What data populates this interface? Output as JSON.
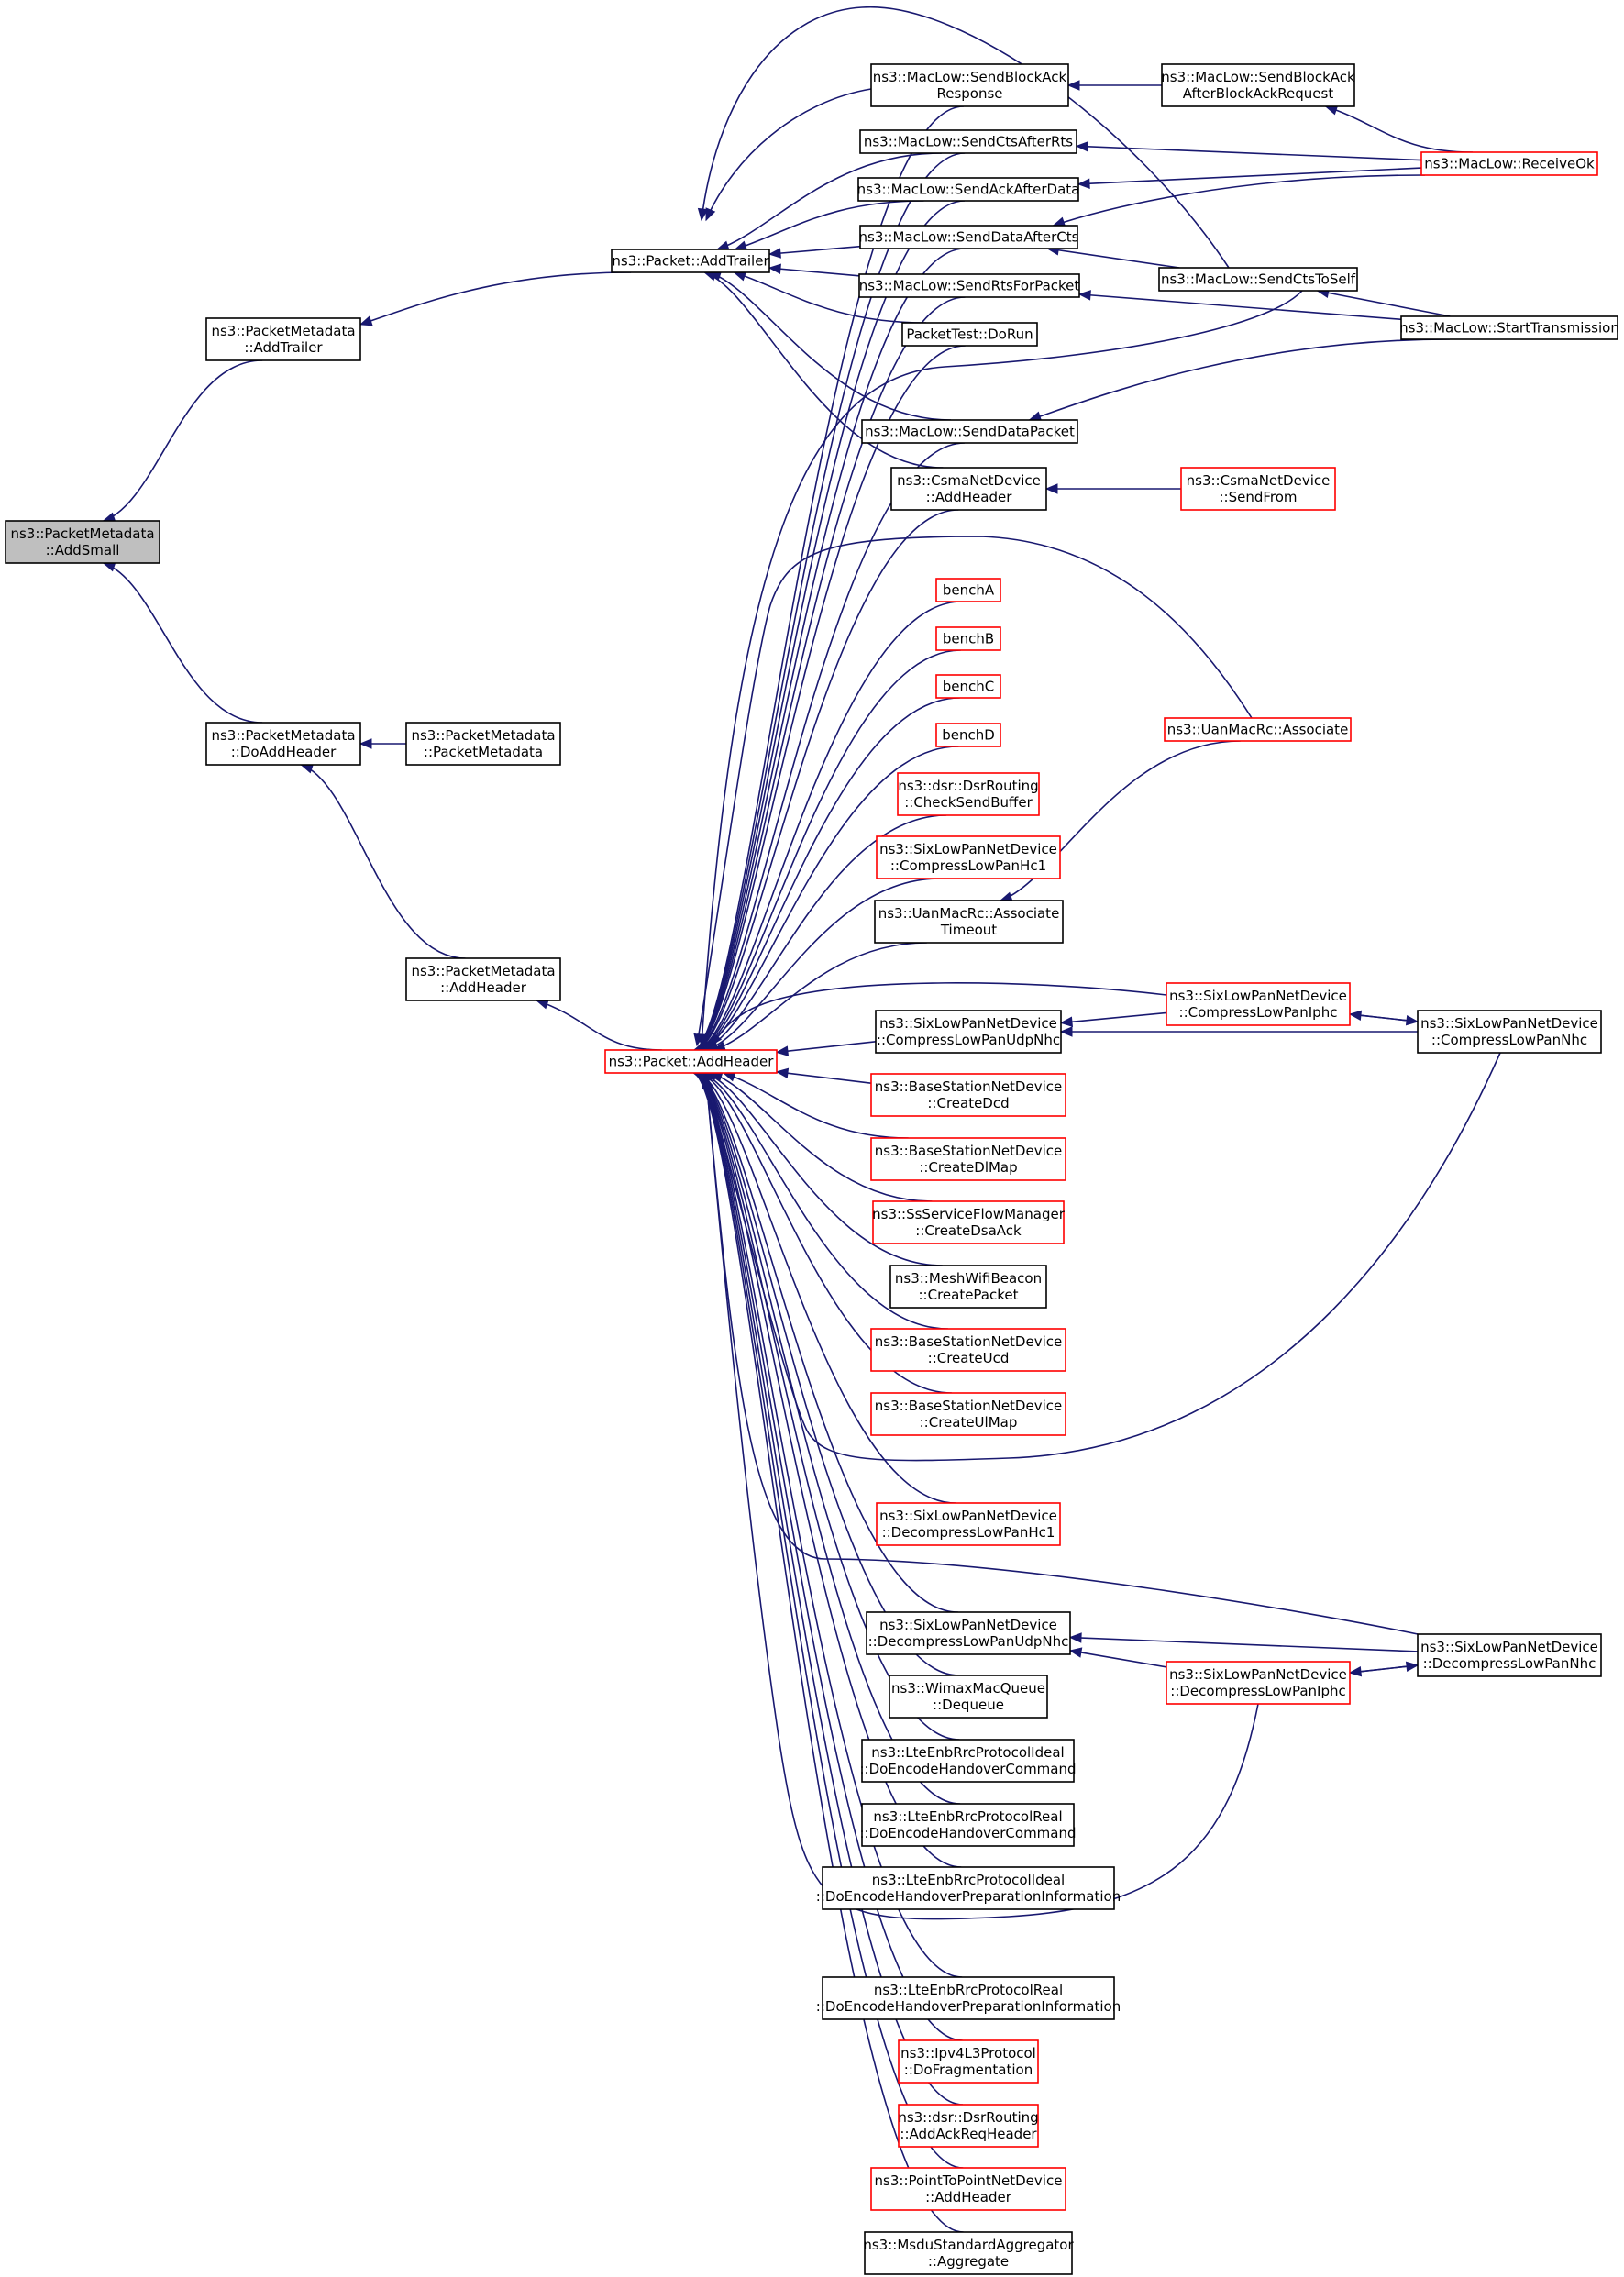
{
  "nodes": {
    "addsmall": [
      "ns3::PacketMetadata",
      "::AddSmall"
    ],
    "pm_addtrailer": [
      "ns3::PacketMetadata",
      "::AddTrailer"
    ],
    "pm_doaddheader": [
      "ns3::PacketMetadata",
      "::DoAddHeader"
    ],
    "pm_packetmetadata": [
      "ns3::PacketMetadata",
      "::PacketMetadata"
    ],
    "pm_addheader": [
      "ns3::PacketMetadata",
      "::AddHeader"
    ],
    "packet_addtrailer": [
      "ns3::Packet::AddTrailer"
    ],
    "packet_addheader": [
      "ns3::Packet::AddHeader"
    ],
    "sendblockack": [
      "ns3::MacLow::SendBlockAck",
      "Response"
    ],
    "sendctsafterrts": [
      "ns3::MacLow::SendCtsAfterRts"
    ],
    "sendackafterdata": [
      "ns3::MacLow::SendAckAfterData"
    ],
    "senddataaftercts": [
      "ns3::MacLow::SendDataAfterCts"
    ],
    "sendrtsforpacket": [
      "ns3::MacLow::SendRtsForPacket"
    ],
    "packettest_dorun": [
      "PacketTest::DoRun"
    ],
    "senddatapacket": [
      "ns3::MacLow::SendDataPacket"
    ],
    "csma_addheader": [
      "ns3::CsmaNetDevice",
      "::AddHeader"
    ],
    "benchA": [
      "benchA"
    ],
    "benchB": [
      "benchB"
    ],
    "benchC": [
      "benchC"
    ],
    "benchD": [
      "benchD"
    ],
    "dsr_checksend": [
      "ns3::dsr::DsrRouting",
      "::CheckSendBuffer"
    ],
    "compresslowpanhc1": [
      "ns3::SixLowPanNetDevice",
      "::CompressLowPanHc1"
    ],
    "uan_assoc_timeout": [
      "ns3::UanMacRc::Associate",
      "Timeout"
    ],
    "compressudpnhc": [
      "ns3::SixLowPanNetDevice",
      "::CompressLowPanUdpNhc"
    ],
    "createdcd": [
      "ns3::BaseStationNetDevice",
      "::CreateDcd"
    ],
    "createdlmap": [
      "ns3::BaseStationNetDevice",
      "::CreateDlMap"
    ],
    "createdsaack": [
      "ns3::SsServiceFlowManager",
      "::CreateDsaAck"
    ],
    "meshwifibeacon": [
      "ns3::MeshWifiBeacon",
      "::CreatePacket"
    ],
    "createucd": [
      "ns3::BaseStationNetDevice",
      "::CreateUcd"
    ],
    "createulmap": [
      "ns3::BaseStationNetDevice",
      "::CreateUlMap"
    ],
    "decompresshc1": [
      "ns3::SixLowPanNetDevice",
      "::DecompressLowPanHc1"
    ],
    "decompressudpnhc": [
      "ns3::SixLowPanNetDevice",
      "::DecompressLowPanUdpNhc"
    ],
    "wimaxdequeue": [
      "ns3::WimaxMacQueue",
      "::Dequeue"
    ],
    "lteideal_cmd": [
      "ns3::LteEnbRrcProtocolIdeal",
      "::DoEncodeHandoverCommand"
    ],
    "ltereal_cmd": [
      "ns3::LteEnbRrcProtocolReal",
      "::DoEncodeHandoverCommand"
    ],
    "lteideal_prep": [
      "ns3::LteEnbRrcProtocolIdeal",
      "::DoEncodeHandoverPreparationInformation"
    ],
    "ltereal_prep": [
      "ns3::LteEnbRrcProtocolReal",
      "::DoEncodeHandoverPreparationInformation"
    ],
    "ipv4l3_frag": [
      "ns3::Ipv4L3Protocol",
      "::DoFragmentation"
    ],
    "dsr_ackreq": [
      "ns3::dsr::DsrRouting",
      "::AddAckReqHeader"
    ],
    "p2p_addheader": [
      "ns3::PointToPointNetDevice",
      "::AddHeader"
    ],
    "msdu_aggregate": [
      "ns3::MsduStandardAggregator",
      "::Aggregate"
    ],
    "sendblockack_after": [
      "ns3::MacLow::SendBlockAck",
      "AfterBlockAckRequest"
    ],
    "sendctstoself": [
      "ns3::MacLow::SendCtsToSelf"
    ],
    "csma_sendfrom": [
      "ns3::CsmaNetDevice",
      "::SendFrom"
    ],
    "uan_associate": [
      "ns3::UanMacRc::Associate"
    ],
    "compressiphc": [
      "ns3::SixLowPanNetDevice",
      "::CompressLowPanIphc"
    ],
    "decompressiphc": [
      "ns3::SixLowPanNetDevice",
      "::DecompressLowPanIphc"
    ],
    "receiveok": [
      "ns3::MacLow::ReceiveOk"
    ],
    "starttransmission": [
      "ns3::MacLow::StartTransmission"
    ],
    "compressnhc": [
      "ns3::SixLowPanNetDevice",
      "::CompressLowPanNhc"
    ],
    "decompressnhc": [
      "ns3::SixLowPanNetDevice",
      "::DecompressLowPanNhc"
    ]
  },
  "node_styles": {
    "root": [
      "addsmall"
    ],
    "red_border": [
      "packet_addheader",
      "csma_sendfrom",
      "benchA",
      "benchB",
      "benchC",
      "benchD",
      "dsr_checksend",
      "compresslowpanhc1",
      "createdcd",
      "createdlmap",
      "createdsaack",
      "createucd",
      "createulmap",
      "decompresshc1",
      "ipv4l3_frag",
      "dsr_ackreq",
      "p2p_addheader",
      "uan_associate",
      "compressiphc",
      "decompressiphc",
      "receiveok"
    ]
  },
  "edges": [
    [
      "pm_addtrailer",
      "addsmall"
    ],
    [
      "pm_doaddheader",
      "addsmall"
    ],
    [
      "packet_addtrailer",
      "pm_addtrailer"
    ],
    [
      "pm_packetmetadata",
      "pm_doaddheader"
    ],
    [
      "pm_addheader",
      "pm_doaddheader"
    ],
    [
      "packet_addheader",
      "pm_addheader"
    ],
    [
      "sendblockack",
      "packet_addtrailer"
    ],
    [
      "sendctsafterrts",
      "packet_addtrailer"
    ],
    [
      "sendackafterdata",
      "packet_addtrailer"
    ],
    [
      "senddataaftercts",
      "packet_addtrailer"
    ],
    [
      "sendrtsforpacket",
      "packet_addtrailer"
    ],
    [
      "packettest_dorun",
      "packet_addtrailer"
    ],
    [
      "senddatapacket",
      "packet_addtrailer"
    ],
    [
      "csma_addheader",
      "packet_addtrailer"
    ],
    [
      "sendctstoself",
      "packet_addtrailer"
    ],
    [
      "sendblockack",
      "packet_addheader"
    ],
    [
      "sendctsafterrts",
      "packet_addheader"
    ],
    [
      "sendackafterdata",
      "packet_addheader"
    ],
    [
      "senddataaftercts",
      "packet_addheader"
    ],
    [
      "sendrtsforpacket",
      "packet_addheader"
    ],
    [
      "packettest_dorun",
      "packet_addheader"
    ],
    [
      "senddatapacket",
      "packet_addheader"
    ],
    [
      "sendctstoself",
      "packet_addheader"
    ],
    [
      "csma_addheader",
      "packet_addheader"
    ],
    [
      "uan_associate",
      "packet_addheader"
    ],
    [
      "benchA",
      "packet_addheader"
    ],
    [
      "benchB",
      "packet_addheader"
    ],
    [
      "benchC",
      "packet_addheader"
    ],
    [
      "benchD",
      "packet_addheader"
    ],
    [
      "dsr_checksend",
      "packet_addheader"
    ],
    [
      "compresslowpanhc1",
      "packet_addheader"
    ],
    [
      "uan_assoc_timeout",
      "packet_addheader"
    ],
    [
      "compressiphc",
      "packet_addheader"
    ],
    [
      "compressudpnhc",
      "packet_addheader"
    ],
    [
      "createdcd",
      "packet_addheader"
    ],
    [
      "createdlmap",
      "packet_addheader"
    ],
    [
      "createdsaack",
      "packet_addheader"
    ],
    [
      "meshwifibeacon",
      "packet_addheader"
    ],
    [
      "createucd",
      "packet_addheader"
    ],
    [
      "createulmap",
      "packet_addheader"
    ],
    [
      "compressnhc",
      "packet_addheader"
    ],
    [
      "decompresshc1",
      "packet_addheader"
    ],
    [
      "decompressnhc",
      "packet_addheader"
    ],
    [
      "decompressudpnhc",
      "packet_addheader"
    ],
    [
      "wimaxdequeue",
      "packet_addheader"
    ],
    [
      "lteideal_cmd",
      "packet_addheader"
    ],
    [
      "ltereal_cmd",
      "packet_addheader"
    ],
    [
      "lteideal_prep",
      "packet_addheader"
    ],
    [
      "decompressiphc",
      "packet_addheader"
    ],
    [
      "ltereal_prep",
      "packet_addheader"
    ],
    [
      "ipv4l3_frag",
      "packet_addheader"
    ],
    [
      "dsr_ackreq",
      "packet_addheader"
    ],
    [
      "p2p_addheader",
      "packet_addheader"
    ],
    [
      "msdu_aggregate",
      "packet_addheader"
    ],
    [
      "sendblockack_after",
      "sendblockack"
    ],
    [
      "receiveok",
      "sendblockack_after"
    ],
    [
      "receiveok",
      "sendctsafterrts"
    ],
    [
      "receiveok",
      "sendackafterdata"
    ],
    [
      "receiveok",
      "senddataaftercts"
    ],
    [
      "sendctstoself",
      "senddataaftercts"
    ],
    [
      "starttransmission",
      "sendctstoself"
    ],
    [
      "starttransmission",
      "sendrtsforpacket"
    ],
    [
      "starttransmission",
      "senddatapacket"
    ],
    [
      "csma_sendfrom",
      "csma_addheader"
    ],
    [
      "uan_associate",
      "uan_assoc_timeout"
    ],
    [
      "compressiphc",
      "compressudpnhc"
    ],
    [
      "compressnhc",
      "compressudpnhc"
    ],
    [
      "compressnhc",
      "compressiphc"
    ],
    [
      "compressiphc",
      "compressnhc"
    ],
    [
      "decompressiphc",
      "decompressudpnhc"
    ],
    [
      "decompressnhc",
      "decompressudpnhc"
    ],
    [
      "decompressnhc",
      "decompressiphc"
    ],
    [
      "decompressiphc",
      "decompressnhc"
    ]
  ]
}
